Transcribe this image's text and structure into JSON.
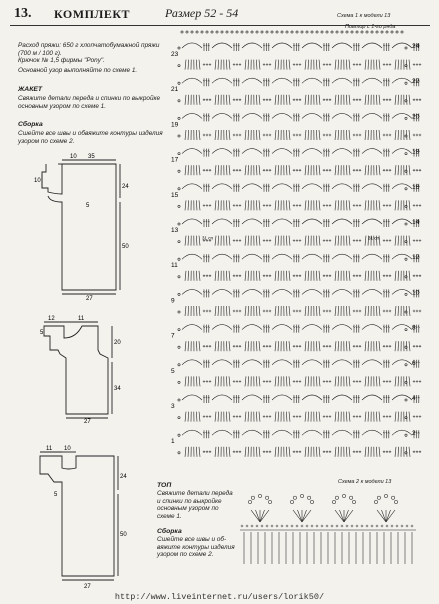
{
  "header": {
    "number": "13.",
    "title": "КОМПЛЕКТ",
    "size": "Размер 52 - 54"
  },
  "intro": {
    "lines": [
      "Расход пряжи: 650 г хлопчатобумажной пряжи",
      "(700 м / 100 г).",
      "Крючок № 1,5 фирмы \"Pony\".",
      "Основной узор выполняйте по схеме 1."
    ]
  },
  "jacket": {
    "heading": "ЖАКЕТ",
    "lines": [
      "Свяжите детали переда и спинки по выкройке",
      "основным узором по схеме 1."
    ]
  },
  "assembly": {
    "heading": "Сборка",
    "lines": [
      "Сшейте все швы и обвяжите контуры изделия",
      "узором по схеме 2."
    ]
  },
  "top": {
    "heading": "ТОП",
    "lines": [
      "Свяжите детали переда",
      "и спинки по выкройке",
      "основным узором по",
      "схеме 1."
    ]
  },
  "top_assembly": {
    "heading": "Сборка",
    "lines": [
      "Сшейте все швы и об-",
      "вяжите контуры изделия",
      "узором по схеме 2."
    ]
  },
  "pattern1": {
    "caption": "Схема 1 к модели 13",
    "repeat": "Повтор с 1-го ряда",
    "left_rows": [
      "23",
      "21",
      "19",
      "17",
      "15",
      "13",
      "11",
      "9",
      "7",
      "5",
      "3",
      "1"
    ],
    "right_rows": [
      "24",
      "22",
      "20",
      "18",
      "16",
      "14",
      "12",
      "10",
      "8",
      "6",
      "4",
      "2"
    ],
    "chain_labels": [
      "31 сп"
    ]
  },
  "pattern2": {
    "caption": "Схема 2 к модели 13"
  },
  "pattern_piece_1": {
    "dims": [
      "10",
      "35",
      "10",
      "5",
      "24",
      "50",
      "27"
    ]
  },
  "pattern_piece_2": {
    "dims": [
      "12",
      "11",
      "5",
      "20",
      "34",
      "27"
    ]
  },
  "pattern_piece_3": {
    "dims": [
      "11",
      "10",
      "5",
      "24",
      "50",
      "27"
    ]
  },
  "footer": {
    "url": "http://www.liveinternet.ru/users/lorik50/"
  }
}
